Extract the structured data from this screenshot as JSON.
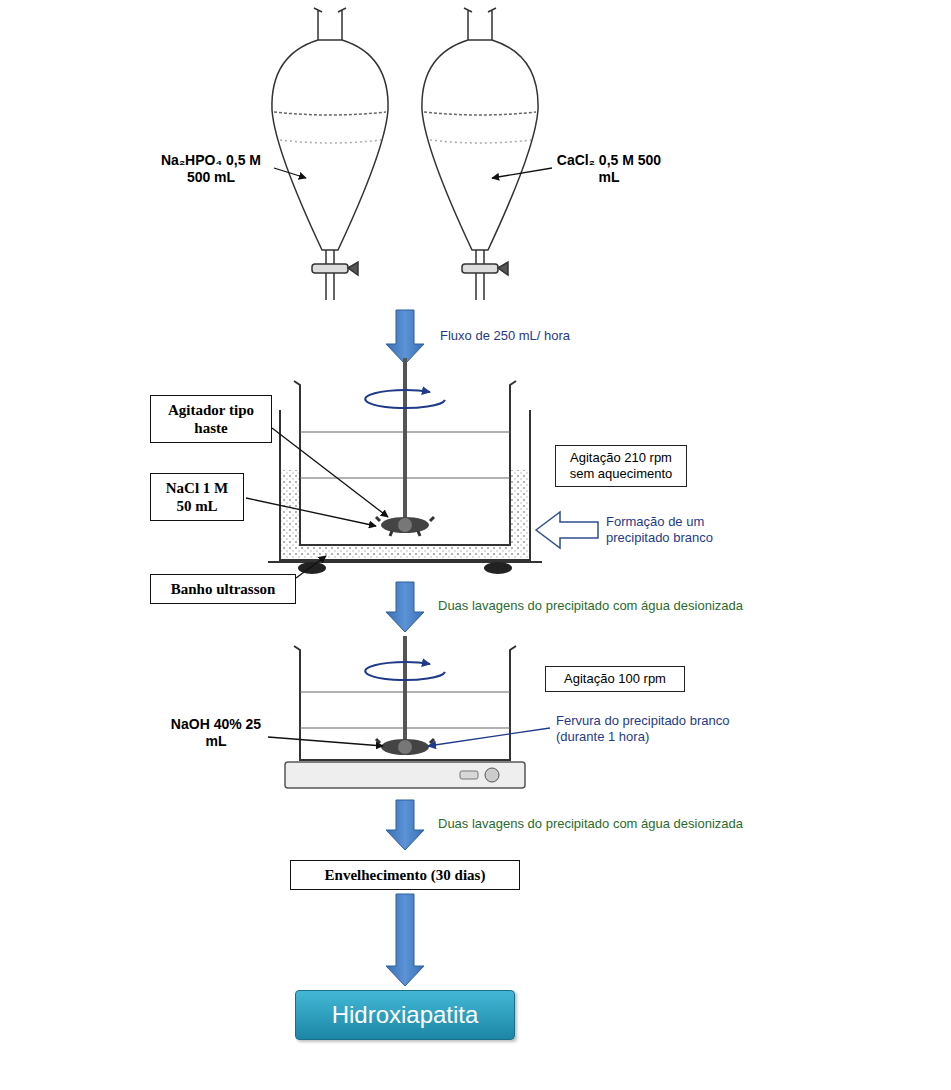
{
  "diagram": {
    "nodes": [
      {
        "text": [
          "Agitador tipo haste"
        ]
      },
      {
        "text": [
          "NaCl 1 M 50 mL"
        ]
      },
      {
        "text": [
          "Agitação 210 rpm sem aquecimento"
        ]
      },
      {
        "text": [
          "Banho ultrasson"
        ]
      },
      {
        "text": [
          "Agitação 100 rpm"
        ]
      },
      {
        "text": [
          "Envelhecimento (30 dias)"
        ]
      },
      {
        "text": [
          "Hidroxiapatita"
        ]
      }
    ],
    "edges": [
      {
        "from": 5,
        "to": 6,
        "arrow": "to"
      }
    ],
    "labels": [
      "Na₂HPO₄ 0,5 M 500 mL",
      "CaCl₂ 0,5 M 500 mL",
      "Fluxo de 250 mL/ hora",
      "Formação de um precipitado branco",
      "Duas lavagens do precipitado com água desionizada",
      "NaOH 40% 25 mL",
      "Fervura do precipitado branco (durante 1 hora)",
      "Duas lavagens do precipitado com água desionizada"
    ]
  }
}
